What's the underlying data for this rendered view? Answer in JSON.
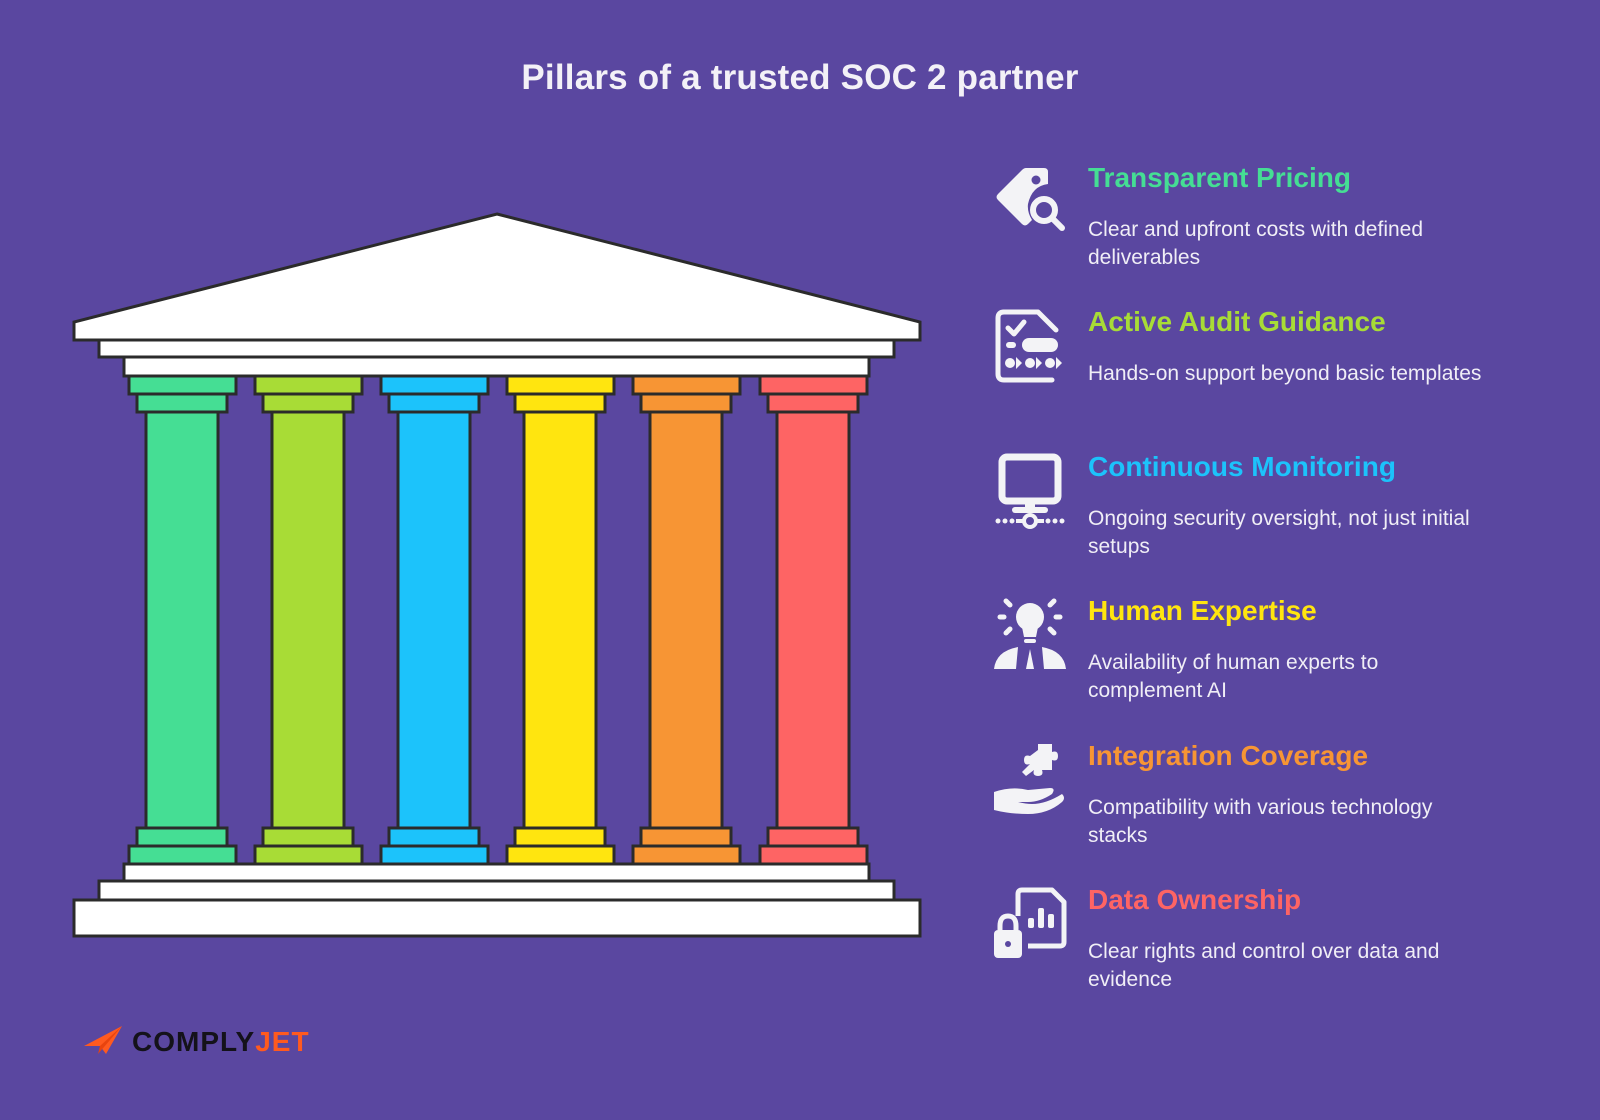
{
  "title": "Pillars of a trusted SOC 2 partner",
  "colors": {
    "background": "#5a47a0",
    "temple_fill": "#ffffff",
    "outline": "#2b2b2b",
    "pillar_green": "#45de94",
    "pillar_lime": "#a8dc36",
    "pillar_blue": "#1cc3fb",
    "pillar_yellow": "#ffe50f",
    "pillar_orange": "#f79534",
    "pillar_red": "#fe6464"
  },
  "pillars": [
    {
      "heading": "Transparent Pricing",
      "description": "Clear and upfront costs with defined deliverables",
      "color": "#45de94",
      "icon": "price-tag-search-icon"
    },
    {
      "heading": "Active Audit Guidance",
      "description": "Hands-on support beyond basic templates",
      "color": "#a8dc36",
      "icon": "checklist-document-icon"
    },
    {
      "heading": "Continuous Monitoring",
      "description": "Ongoing security oversight, not just initial setups",
      "color": "#1cc3fb",
      "icon": "monitor-network-icon"
    },
    {
      "heading": "Human Expertise",
      "description": "Availability of human experts to complement AI",
      "color": "#ffe50f",
      "icon": "person-lightbulb-icon"
    },
    {
      "heading": "Integration Coverage",
      "description": "Compatibility with various technology stacks",
      "color": "#f79534",
      "icon": "hand-puzzle-icon"
    },
    {
      "heading": "Data Ownership",
      "description": "Clear rights and control over data and evidence",
      "color": "#fe6464",
      "icon": "lock-data-document-icon"
    }
  ],
  "logo": {
    "part1": "COMPLY",
    "part2": "JET",
    "icon": "paper-plane-icon"
  }
}
